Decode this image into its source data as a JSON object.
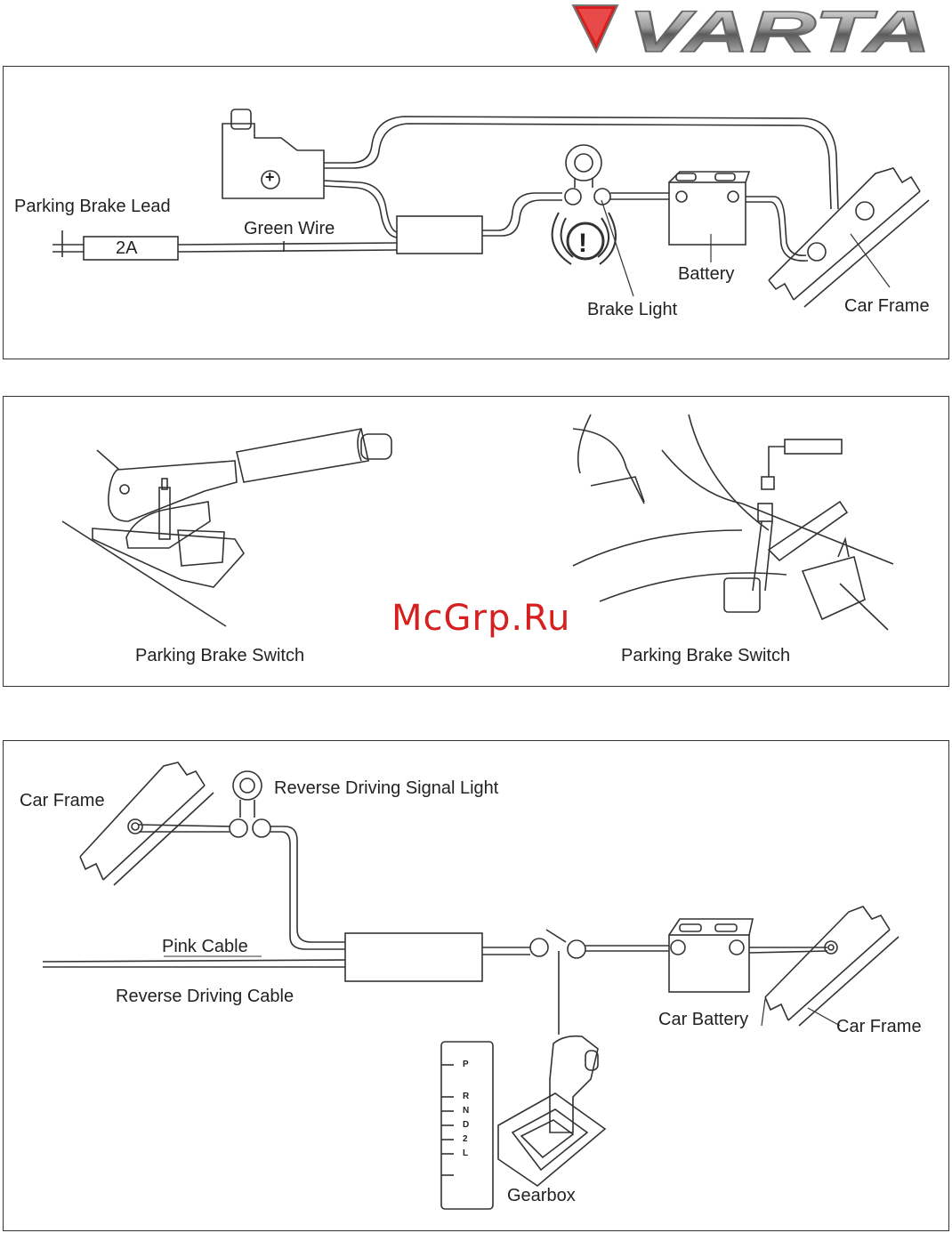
{
  "brand": {
    "logo_text": "VARTA",
    "accent": "#d61e1e"
  },
  "watermark": "McGrp.Ru",
  "panel1": {
    "parking_brake_lead": "Parking Brake Lead",
    "fuse": "2A",
    "green_wire": "Green Wire",
    "battery": "Battery",
    "brake_light": "Brake Light",
    "car_frame": "Car Frame",
    "plus_symbol": "+",
    "warning_symbol": "!"
  },
  "panel2": {
    "left_caption": "Parking Brake Switch",
    "right_caption": "Parking Brake Switch"
  },
  "panel3": {
    "car_frame_left": "Car Frame",
    "reverse_light": "Reverse Driving Signal Light",
    "pink_cable": "Pink Cable",
    "reverse_cable": "Reverse Driving Cable",
    "car_battery": "Car Battery",
    "car_frame_right": "Car Frame",
    "gearbox": "Gearbox",
    "gear_positions": [
      "P",
      "R",
      "N",
      "D",
      "2",
      "L"
    ]
  }
}
